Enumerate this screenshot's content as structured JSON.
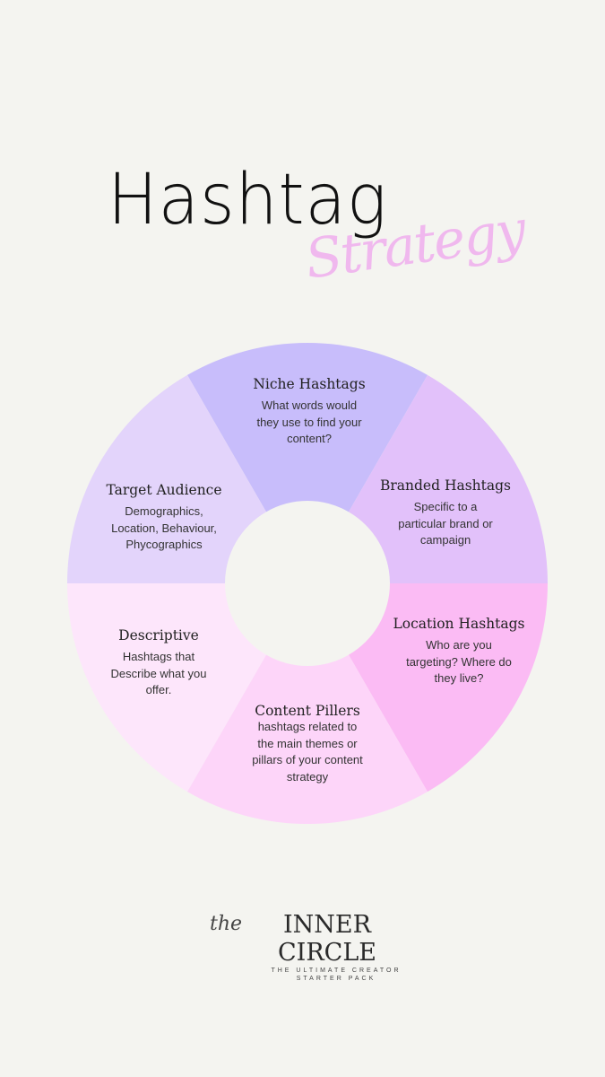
{
  "header": {
    "title": "Hashtag",
    "subtitle": "Strategy"
  },
  "wheel": {
    "segments": [
      {
        "title": "Niche Hashtags",
        "body": [
          "What words would",
          "they use to find your",
          "content?"
        ],
        "color": "#c8bdfb"
      },
      {
        "title": "Branded Hashtags",
        "body": [
          "Specific to a",
          "particular brand or",
          "campaign"
        ],
        "color": "#e2c1fa"
      },
      {
        "title": "Location Hashtags",
        "body": [
          "Who are you",
          "targeting? Where do",
          "they live?"
        ],
        "color": "#fbbbf4"
      },
      {
        "title": "Content Pillers",
        "body": [
          "hashtags related to",
          "the main themes or",
          "pillars of your content",
          "strategy"
        ],
        "color": "#fdd5f9"
      },
      {
        "title": "Descriptive",
        "body": [
          "Hashtags that",
          "Describe what you",
          "offer."
        ],
        "color": "#fde6fb"
      },
      {
        "title": "Target Audience",
        "body": [
          "Demographics,",
          "Location, Behaviour,",
          "Phycographics"
        ],
        "color": "#e3d4fb"
      }
    ]
  },
  "logo": {
    "the": "the",
    "name": "INNER CIRCLE",
    "tagline": [
      "THE ULTIMATE CREATOR",
      "STARTER PACK"
    ]
  }
}
